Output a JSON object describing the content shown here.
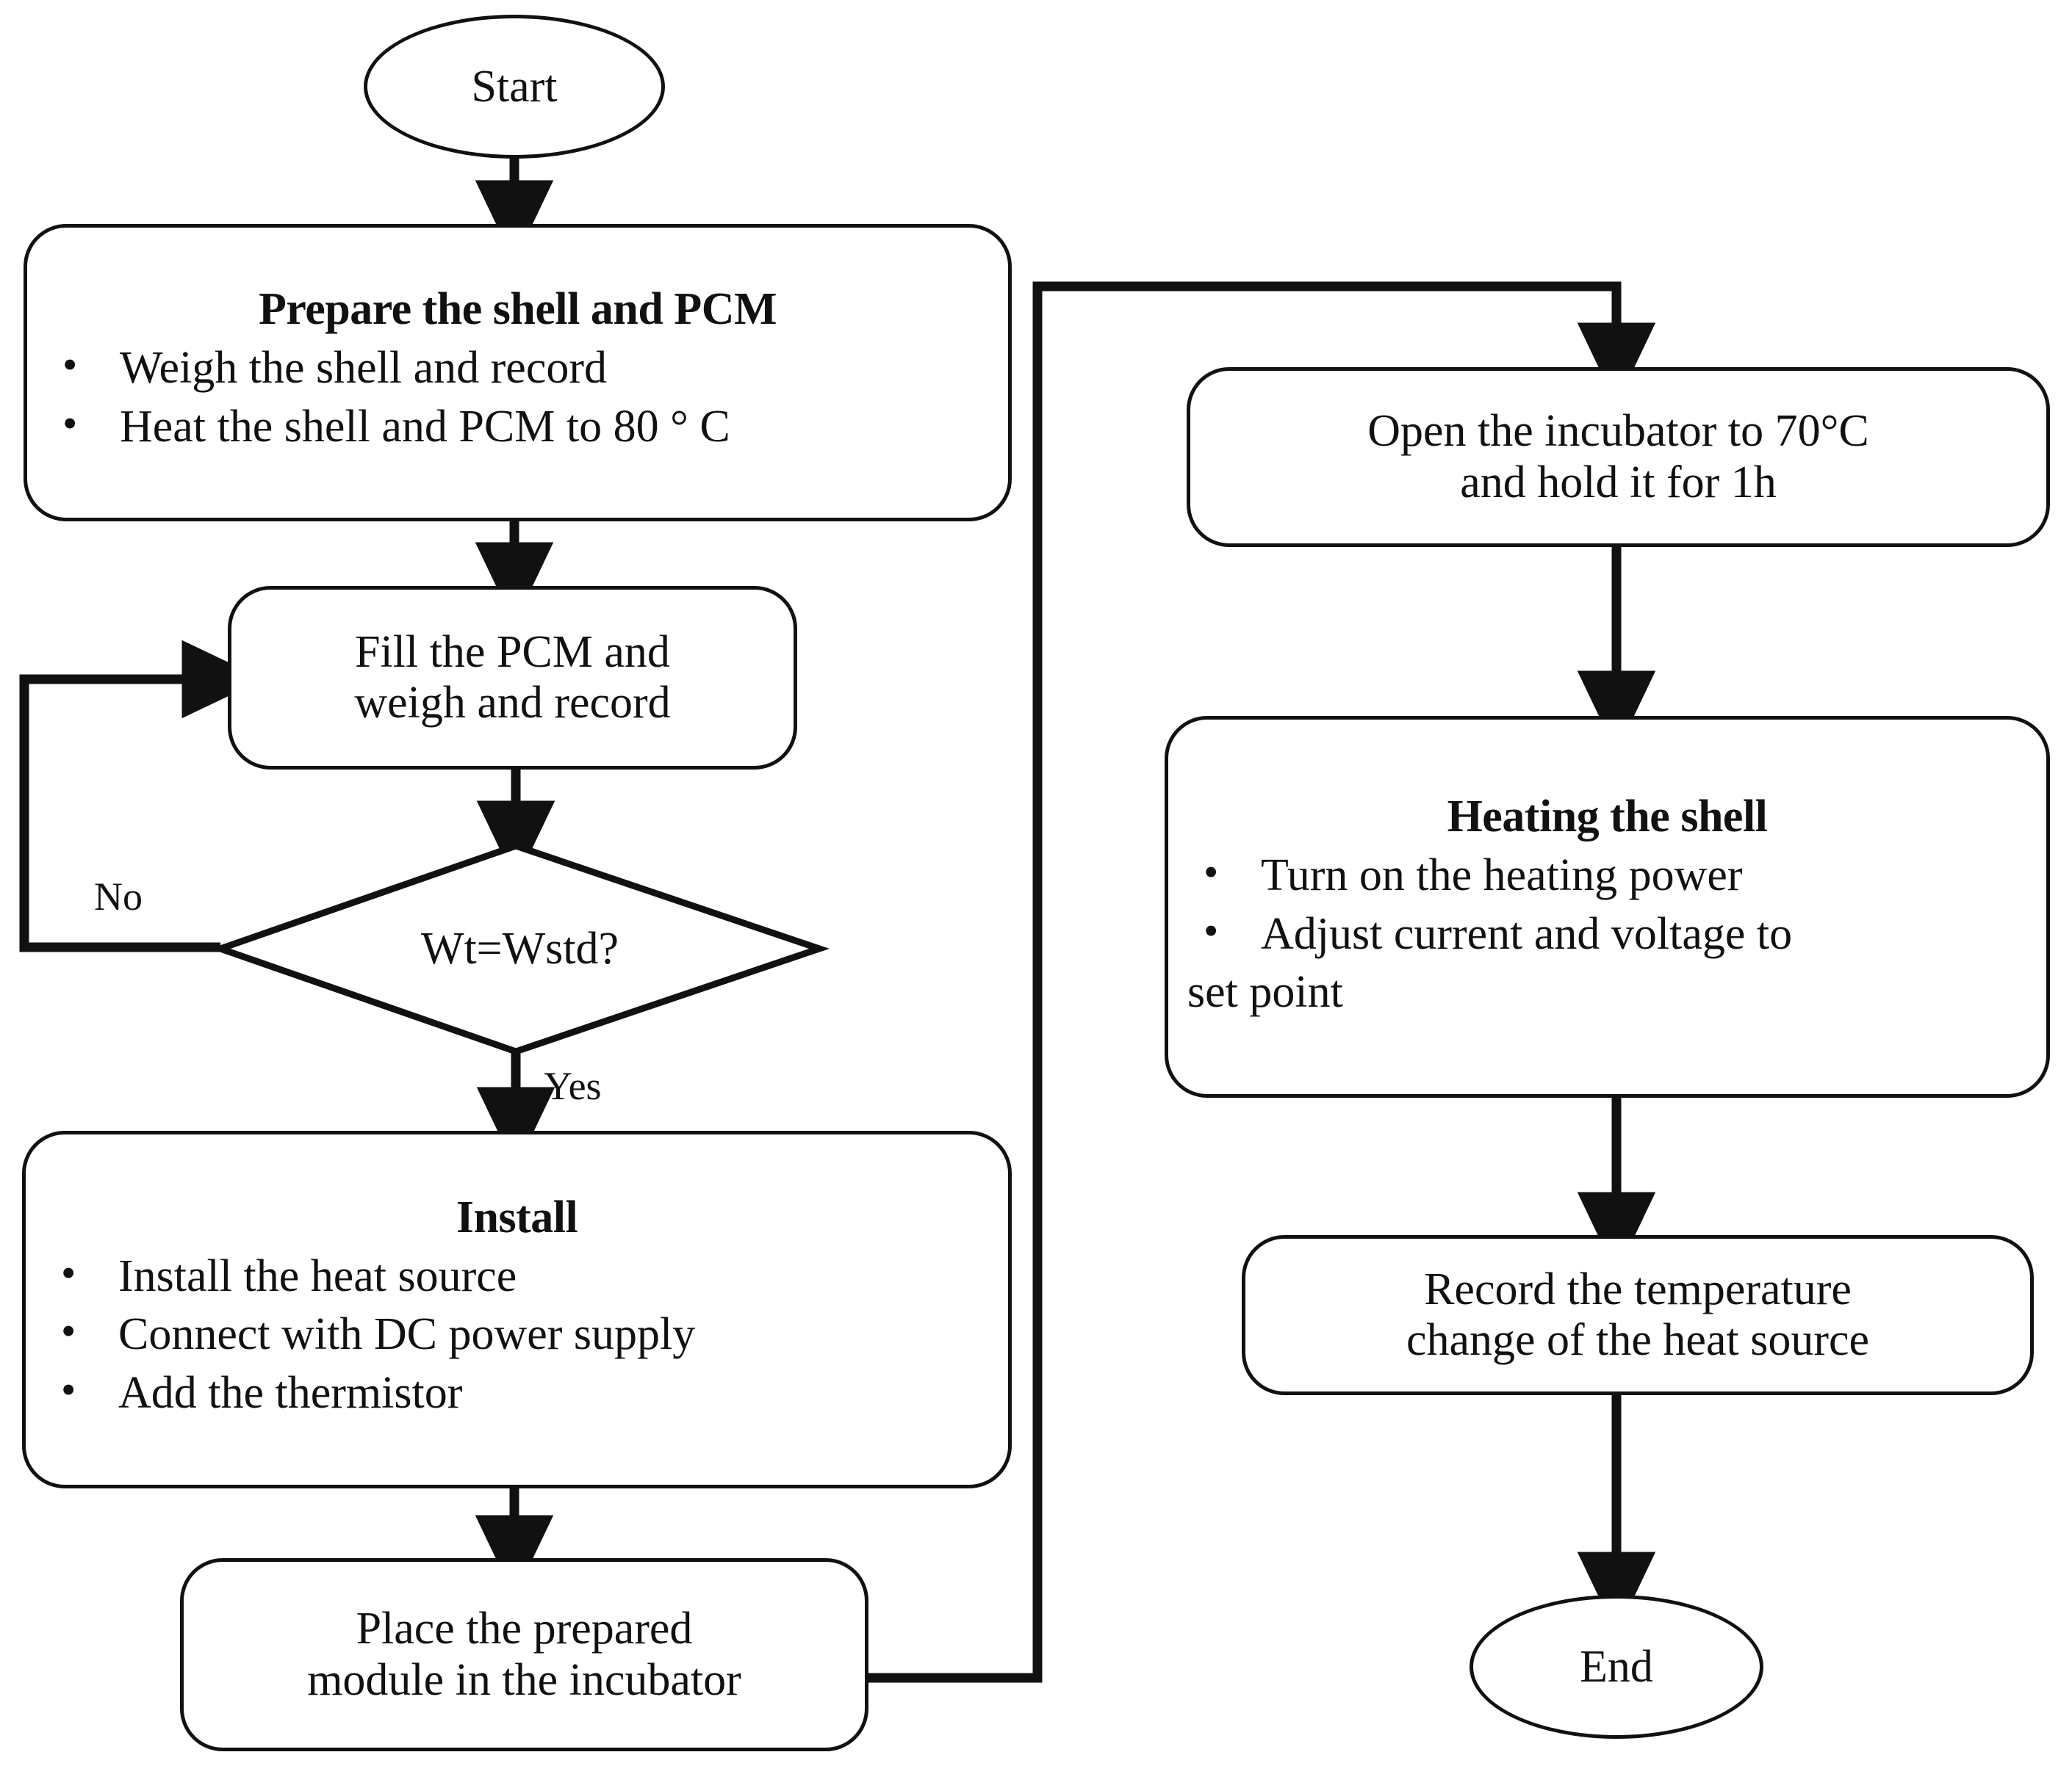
{
  "diagram": {
    "title": "PCM thermal module experiment procedure flowchart",
    "background_color": "#ffffff",
    "line_color": "#111111"
  },
  "nodes": {
    "start": {
      "label": "Start",
      "shape": "ellipse"
    },
    "prepare": {
      "title": "Prepare the shell and PCM",
      "shape": "rounded-rect",
      "bullets": [
        "Weigh the shell and record",
        "Heat the shell and PCM to 80 ° C"
      ]
    },
    "fill_pcm": {
      "shape": "rounded-rect",
      "lines": [
        "Fill the PCM and",
        "weigh and record"
      ]
    },
    "decision": {
      "shape": "diamond",
      "label": "Wt=Wstd?"
    },
    "install": {
      "title": "Install",
      "shape": "rounded-rect",
      "bullets": [
        "Install the heat source",
        "Connect with DC power supply",
        "Add the thermistor"
      ]
    },
    "place_module": {
      "shape": "rounded-rect",
      "lines": [
        "Place the prepared",
        "module in the incubator"
      ]
    },
    "open_incubator": {
      "shape": "rounded-rect",
      "lines": [
        "Open the incubator to 70°C",
        "and hold it for 1h"
      ]
    },
    "heating_shell": {
      "title": "Heating the shell",
      "shape": "rounded-rect",
      "bullets": [
        "Turn on the heating power",
        "Adjust current and voltage to"
      ],
      "trailing_text": "set point"
    },
    "record_temp": {
      "shape": "rounded-rect",
      "lines": [
        "Record the temperature",
        "change of the heat source"
      ]
    },
    "end": {
      "label": "End",
      "shape": "ellipse"
    }
  },
  "edge_labels": {
    "no": "No",
    "yes": "Yes"
  }
}
